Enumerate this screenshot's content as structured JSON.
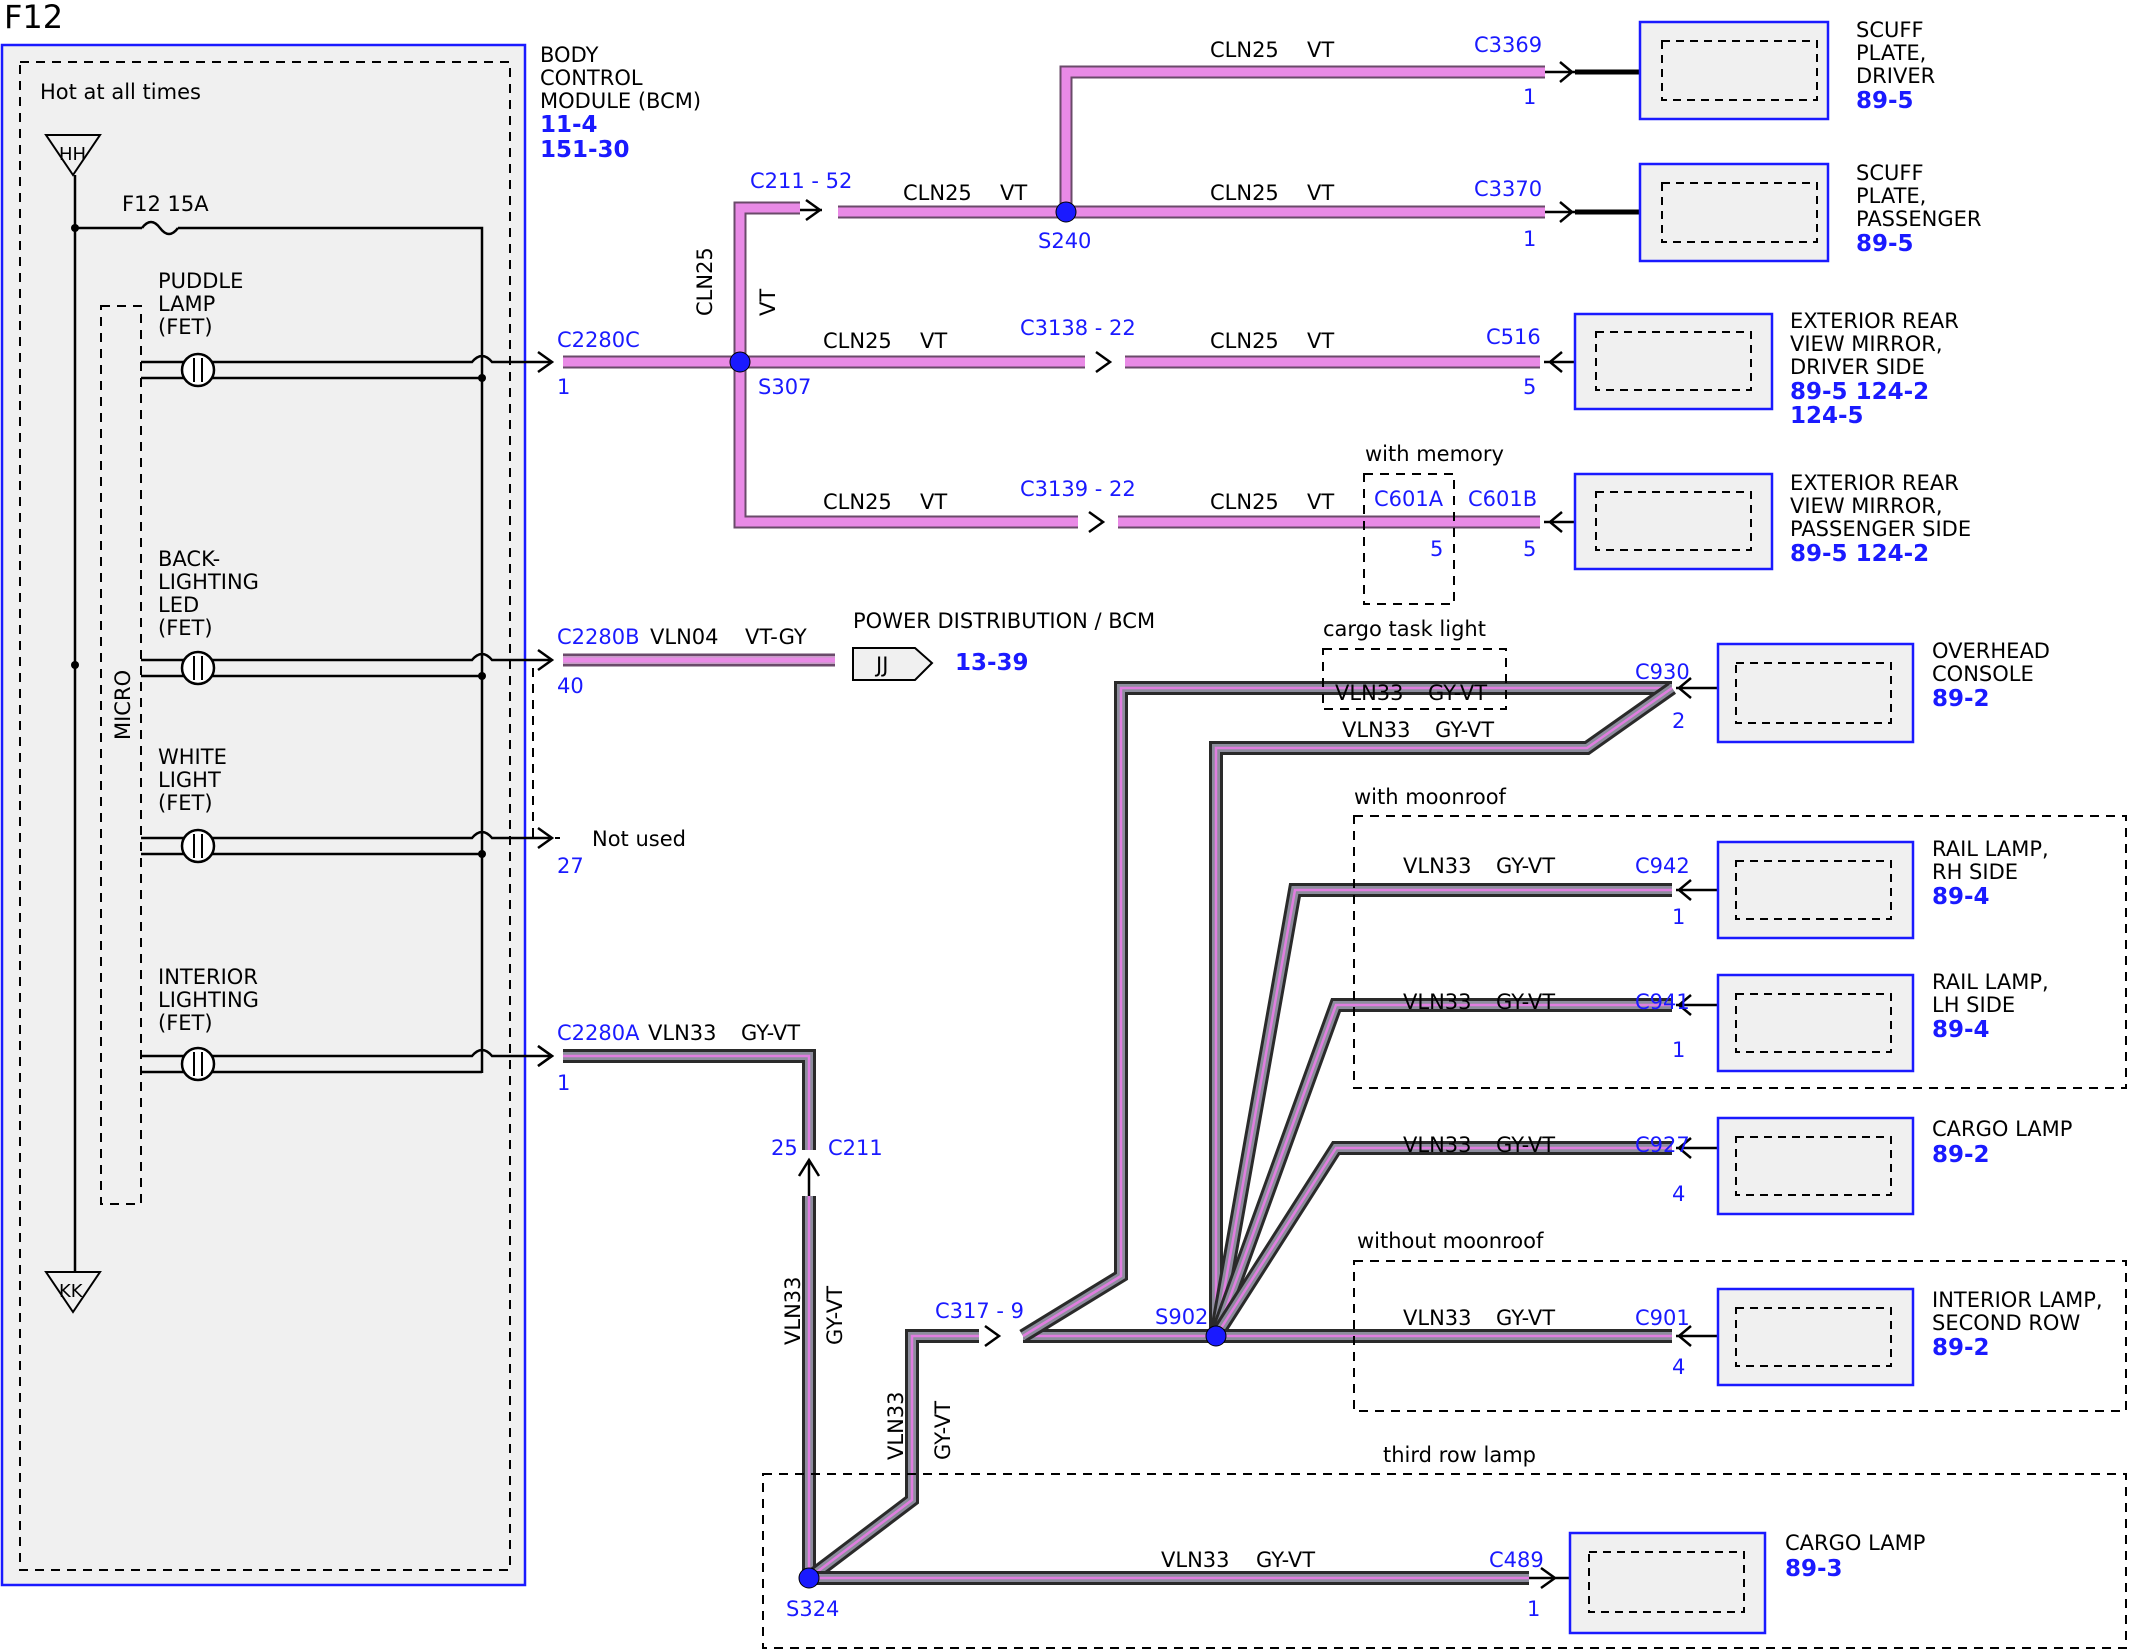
{
  "page": {
    "title": "F12"
  },
  "bcm": {
    "hot_label": "Hot at all times",
    "name_lines": [
      "BODY",
      "CONTROL",
      "MODULE (BCM)"
    ],
    "refs": [
      "11-4",
      "151-30"
    ],
    "hh": "HH",
    "kk": "KK",
    "fuse_label": "F12  15A",
    "micro": "MICRO",
    "fets": [
      {
        "lines": [
          "PUDDLE",
          "LAMP",
          "(FET)"
        ]
      },
      {
        "lines": [
          "BACK-",
          "LIGHTING",
          "LED",
          "(FET)"
        ]
      },
      {
        "lines": [
          "WHITE",
          "LIGHT",
          "(FET)"
        ]
      },
      {
        "lines": [
          "INTERIOR",
          "LIGHTING",
          "(FET)"
        ]
      }
    ]
  },
  "connectors": {
    "c2280c": "C2280C",
    "c2280c_pin": "1",
    "c2280b": "C2280B",
    "c2280b_pin": "40",
    "not_used_pin": "27",
    "not_used": "Not used",
    "c2280a": "C2280A",
    "c2280a_pin": "1",
    "c211_52": "C211 - 52",
    "c3138": "C3138 - 22",
    "c3139": "C3139 - 22",
    "c3369": "C3369",
    "c3369_pin": "1",
    "c3370": "C3370",
    "c3370_pin": "1",
    "c516": "C516",
    "c516_pin": "5",
    "c601a": "C601A",
    "c601a_pin": "5",
    "c601b": "C601B",
    "c601b_pin": "5",
    "c930": "C930",
    "c930_pin": "2",
    "c942": "C942",
    "c942_pin": "1",
    "c941": "C941",
    "c941_pin": "1",
    "c927": "C927",
    "c927_pin": "4",
    "c901": "C901",
    "c901_pin": "4",
    "c489": "C489",
    "c489_pin": "1",
    "c211_pin": "25",
    "c211": "C211",
    "c317": "C317 - 9"
  },
  "splices": {
    "s240": "S240",
    "s307": "S307",
    "s902": "S902",
    "s324": "S324"
  },
  "wires": {
    "cln25": "CLN25",
    "vt": "VT",
    "vln04": "VLN04",
    "vtgy": "VT-GY",
    "vln33": "VLN33",
    "gyvt": "GY-VT"
  },
  "options": {
    "with_memory": "with memory",
    "cargo_task_light": "cargo task light",
    "with_moonroof": "with moonroof",
    "without_moonroof": "without moonroof",
    "third_row_lamp": "third row lamp"
  },
  "power_dist": {
    "label": "POWER DISTRIBUTION / BCM",
    "jj": "JJ",
    "ref": "13-39"
  },
  "components": [
    {
      "id": "scuff_driver",
      "lines": [
        "SCUFF",
        "PLATE,",
        "DRIVER"
      ],
      "refs": [
        "89-5"
      ]
    },
    {
      "id": "scuff_pass",
      "lines": [
        "SCUFF",
        "PLATE,",
        "PASSENGER"
      ],
      "refs": [
        "89-5"
      ]
    },
    {
      "id": "mirror_driver",
      "lines": [
        "EXTERIOR REAR",
        "VIEW MIRROR,",
        "DRIVER SIDE"
      ],
      "refs": [
        "89-5  124-2",
        "124-5"
      ]
    },
    {
      "id": "mirror_pass",
      "lines": [
        "EXTERIOR REAR",
        "VIEW MIRROR,",
        "PASSENGER SIDE"
      ],
      "refs": [
        "89-5  124-2"
      ]
    },
    {
      "id": "overhead",
      "lines": [
        "OVERHEAD",
        "CONSOLE"
      ],
      "refs": [
        "89-2"
      ]
    },
    {
      "id": "rail_rh",
      "lines": [
        "RAIL LAMP,",
        "RH SIDE"
      ],
      "refs": [
        "89-4"
      ]
    },
    {
      "id": "rail_lh",
      "lines": [
        "RAIL LAMP,",
        "LH SIDE"
      ],
      "refs": [
        "89-4"
      ]
    },
    {
      "id": "cargo1",
      "lines": [
        "CARGO LAMP"
      ],
      "refs": [
        "89-2"
      ]
    },
    {
      "id": "interior2",
      "lines": [
        "INTERIOR LAMP,",
        "SECOND ROW"
      ],
      "refs": [
        "89-2"
      ]
    },
    {
      "id": "cargo3",
      "lines": [
        "CARGO LAMP"
      ],
      "refs": [
        "89-3"
      ]
    }
  ]
}
